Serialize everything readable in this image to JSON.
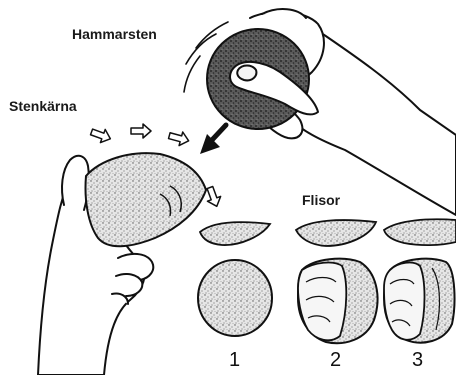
{
  "labels": {
    "hammerstone": "Hammarsten",
    "core": "Stenkärna",
    "flakes": "Flisor"
  },
  "stages": [
    {
      "number": "1"
    },
    {
      "number": "2"
    },
    {
      "number": "3"
    }
  ],
  "colors": {
    "ink": "#111111",
    "stone_fill": "#d9d9d9",
    "dark_stone": "#3a3a3a",
    "paper": "#ffffff"
  }
}
